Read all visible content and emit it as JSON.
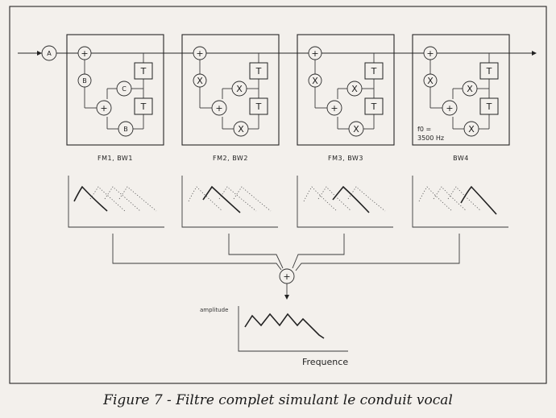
{
  "diagram": {
    "input_node": "A",
    "stages": [
      {
        "caption": "FM1, BW1",
        "top_left": "B",
        "mid_right": "C",
        "bottom": "B"
      },
      {
        "caption": "FM2, BW2",
        "top_left": "X",
        "mid_right": "X",
        "bottom": "X"
      },
      {
        "caption": "FM3, BW3",
        "top_left": "X",
        "mid_right": "X",
        "bottom": "X"
      },
      {
        "caption": "BW4",
        "top_left": "X",
        "mid_right": "X",
        "bottom": "X"
      }
    ],
    "adder_symbol": "+",
    "delay_symbol": "T",
    "last_stage_note_line1": "f0 =",
    "last_stage_note_line2": "3500 Hz",
    "sum_node": "+",
    "output_axis_y": "amplitude",
    "output_axis_x": "Frequence",
    "figure_caption": "Figure 7 - Filtre complet simulant le conduit vocal"
  }
}
